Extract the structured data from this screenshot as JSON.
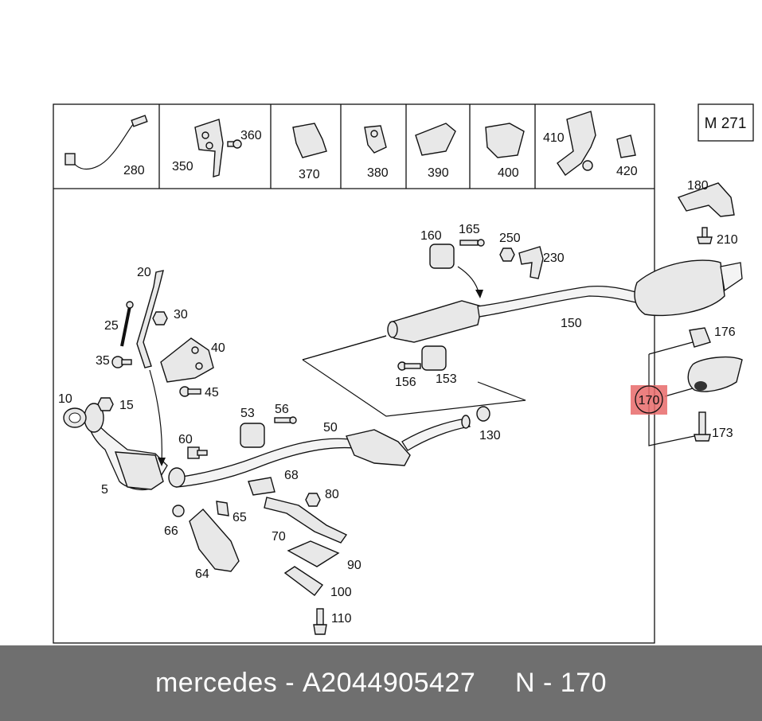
{
  "diagram": {
    "model_code": "M 271",
    "highlight_color": "#e86a6a",
    "header_parts": [
      {
        "label": "280"
      },
      {
        "label": "350"
      },
      {
        "label": "360"
      },
      {
        "label": "370"
      },
      {
        "label": "380"
      },
      {
        "label": "390"
      },
      {
        "label": "400"
      },
      {
        "label": "410"
      },
      {
        "label": "420"
      }
    ],
    "callouts": [
      {
        "id": "20",
        "label": "20"
      },
      {
        "id": "25",
        "label": "25"
      },
      {
        "id": "30",
        "label": "30"
      },
      {
        "id": "35",
        "label": "35"
      },
      {
        "id": "40",
        "label": "40"
      },
      {
        "id": "45",
        "label": "45"
      },
      {
        "id": "10",
        "label": "10"
      },
      {
        "id": "15",
        "label": "15"
      },
      {
        "id": "5",
        "label": "5"
      },
      {
        "id": "60",
        "label": "60"
      },
      {
        "id": "53",
        "label": "53"
      },
      {
        "id": "56",
        "label": "56"
      },
      {
        "id": "50",
        "label": "50"
      },
      {
        "id": "130",
        "label": "130"
      },
      {
        "id": "68",
        "label": "68"
      },
      {
        "id": "80",
        "label": "80"
      },
      {
        "id": "65",
        "label": "65"
      },
      {
        "id": "66",
        "label": "66"
      },
      {
        "id": "70",
        "label": "70"
      },
      {
        "id": "64",
        "label": "64"
      },
      {
        "id": "90",
        "label": "90"
      },
      {
        "id": "100",
        "label": "100"
      },
      {
        "id": "110",
        "label": "110"
      },
      {
        "id": "160",
        "label": "160"
      },
      {
        "id": "165",
        "label": "165"
      },
      {
        "id": "250",
        "label": "250"
      },
      {
        "id": "230",
        "label": "230"
      },
      {
        "id": "150",
        "label": "150"
      },
      {
        "id": "156",
        "label": "156"
      },
      {
        "id": "153",
        "label": "153"
      },
      {
        "id": "180",
        "label": "180"
      },
      {
        "id": "210",
        "label": "210"
      },
      {
        "id": "176",
        "label": "176"
      },
      {
        "id": "173",
        "label": "173"
      }
    ],
    "highlighted_callout": "170"
  },
  "footer": {
    "brand": "mercedes",
    "separator": "-",
    "part_number": "A2044905427",
    "position": "N - 170"
  }
}
